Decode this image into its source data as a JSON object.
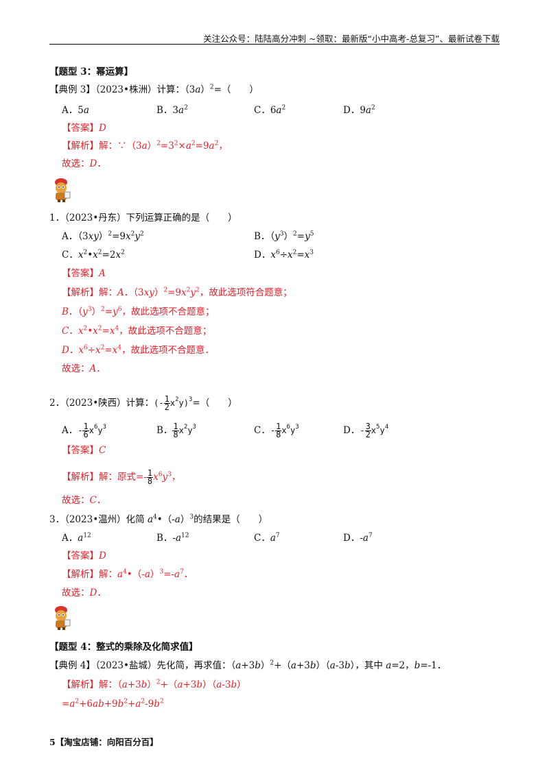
{
  "header": {
    "text": "关注公众号：陆陆高分冲刺 ~领取：最新版“小中高考-总复习”、最新试卷下载"
  },
  "section3": {
    "title": "【题型 3：幂运算】"
  },
  "ex3": {
    "label": "【典例 3】",
    "source": "（2023•株洲）计算：（3a）²=（　　）",
    "options": [
      "A．5a",
      "B．3a²",
      "C．6a²",
      "D．9a²"
    ],
    "answer_label": "【答案】",
    "answer": "D",
    "analysis_label": "【解析】",
    "analysis": "解：∵（3a）²=3²×a²=9a²，",
    "choose": "故选：D．"
  },
  "q1": {
    "stem": "1．（2023•丹东）下列运算正确的是（　　）",
    "options": [
      "A．（3xy）²=9x²y²",
      "B．（y³）²=y⁵",
      "C．x²•x²=2x²",
      "D．x⁶÷x²=x³"
    ],
    "answer_label": "【答案】",
    "answer": "A",
    "analysis_label": "【解析】",
    "analysis_lines": [
      "解：A．（3xy）²=9x²y²，故此选项符合题意；",
      "B．（y³）²=y⁶，故此选项不合题意；",
      "C．x²•x²=x⁴，故此选项不合题意；",
      "D．x⁶÷x²=x⁴，故此选项不合题意．"
    ],
    "choose": "故选：A．"
  },
  "q2": {
    "stem": "2．（2023•陕西）计算：（-½x²y）³=（　　）",
    "options": [
      "A．-1/6 x⁶y³",
      "B．1/8 x²y³",
      "C．-1/8 x⁶y³",
      "D．-3/2 x⁵y⁴"
    ],
    "answer_label": "【答案】",
    "answer": "C",
    "analysis_label": "【解析】",
    "analysis": "解：原式=-1/8 x⁶y³，",
    "choose": "故选：C．"
  },
  "q3": {
    "stem": "3．（2023•温州）化简 a⁴•（-a）³的结果是（　　）",
    "options": [
      "A．a¹²",
      "B．-a¹²",
      "C．a⁷",
      "D．-a⁷"
    ],
    "answer_label": "【答案】",
    "answer": "D",
    "analysis_label": "【解析】",
    "analysis": "解：a⁴•（-a）³=-a⁷．",
    "choose": "故选：D．"
  },
  "section4": {
    "title": "【题型 4：整式的乘除及化简求值】"
  },
  "ex4": {
    "label": "【典例 4】",
    "source": "（2023•盐城）先化简，再求值：（a+3b）²+（a+3b）（a-3b），其中 a=2，b=-1．",
    "analysis_label": "【解析】",
    "analysis": "解：（a+3b）²+（a+3b）（a-3b）",
    "step": "=a²+6ab+9b²+a²-9b²"
  },
  "footer": {
    "page": "5",
    "shop": "【淘宝店铺：向阳百分百】"
  }
}
